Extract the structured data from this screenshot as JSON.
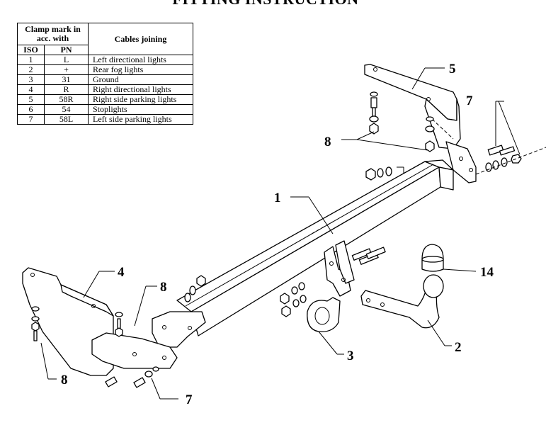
{
  "title": "FITTING INSTRUCTION",
  "table": {
    "header_clamp": "Clamp mark in acc. with",
    "header_cables": "Cables joining",
    "col_iso": "ISO",
    "col_pn": "PN",
    "rows": [
      {
        "iso": "1",
        "pn": "L",
        "desc": "Left directional lights"
      },
      {
        "iso": "2",
        "pn": "+",
        "desc": "Rear fog lights"
      },
      {
        "iso": "3",
        "pn": "31",
        "desc": "Ground"
      },
      {
        "iso": "4",
        "pn": "R",
        "desc": "Right directional lights"
      },
      {
        "iso": "5",
        "pn": "58R",
        "desc": "Right side parking lights"
      },
      {
        "iso": "6",
        "pn": "54",
        "desc": "Stoplights"
      },
      {
        "iso": "7",
        "pn": "58L",
        "desc": "Left side parking lights"
      }
    ]
  },
  "callouts": {
    "c1": "1",
    "c2": "2",
    "c3": "3",
    "c4": "4",
    "c5": "5",
    "c7_top": "7",
    "c7_bottom": "7",
    "c8_top": "8",
    "c8_mid": "8",
    "c8_left": "8",
    "c14": "14"
  }
}
